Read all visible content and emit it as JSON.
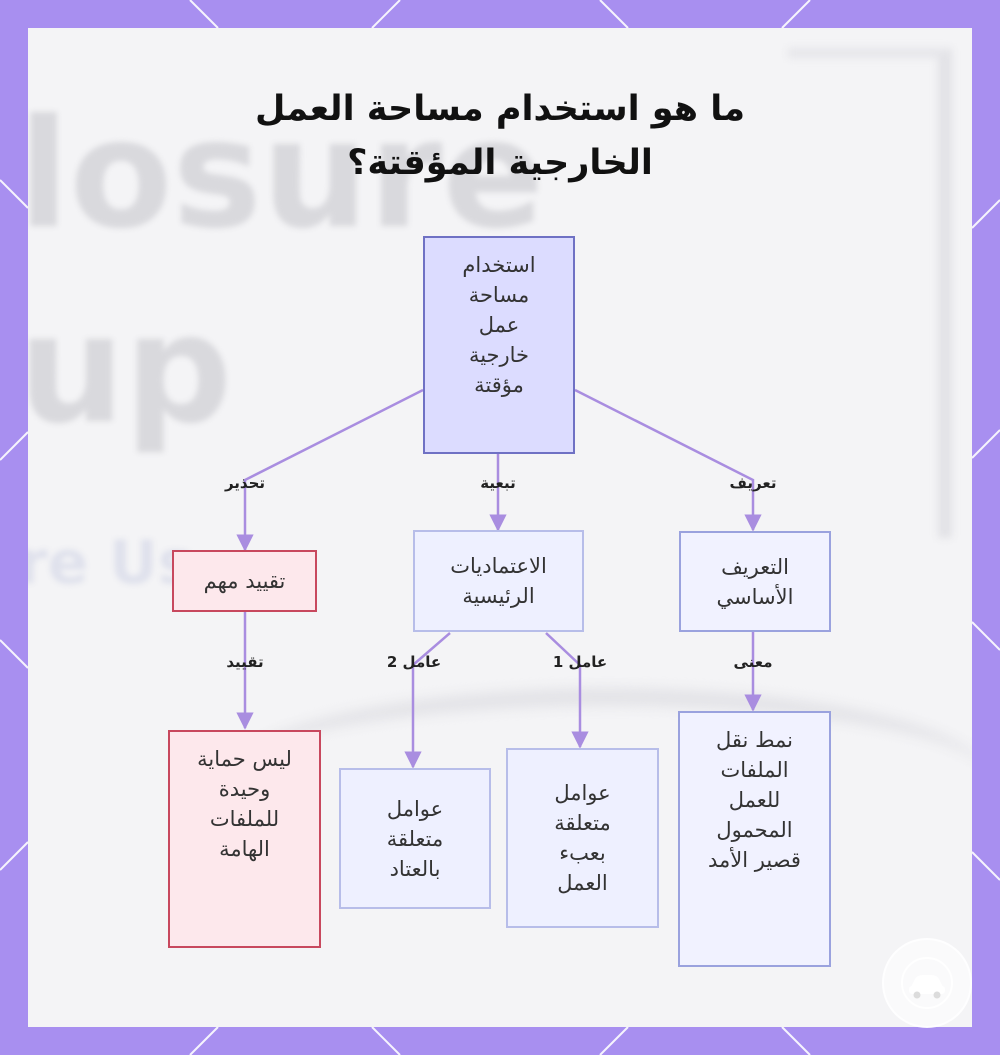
{
  "title": {
    "line1": "ما هو استخدام مساحة العمل",
    "line2": "الخارجية المؤقتة؟"
  },
  "background_text": {
    "line1": "losure",
    "line2": "up",
    "line3": "re Us"
  },
  "nodes": {
    "root": "استخدام مساحة عمل خارجية مؤقتة",
    "warning": "تقييد مهم",
    "dependencies": "الاعتماديات الرئيسية",
    "definition": "التعريف الأساسي",
    "not_sole_protection": "ليس حماية وحيدة للملفات الهامة",
    "hardware_factors": "عوامل متعلقة بالعتاد",
    "workload_factors": "عوامل متعلقة بعبء العمل",
    "file_transfer_pattern": "نمط نقل الملفات للعمل المحمول قصير الأمد"
  },
  "edge_labels": {
    "warning": "تحذير",
    "dependency": "تبعية",
    "definition": "تعريف",
    "restriction": "تقييد",
    "factor2": "عامل 2",
    "factor1": "عامل 1",
    "meaning": "معنى"
  },
  "colors": {
    "frame": "#a88ff0",
    "connector": "#a98de0",
    "root_fill": "#dcdcff",
    "root_border": "#6f71c4",
    "warning_fill": "#fde8ec",
    "warning_border": "#c8485e"
  },
  "logo": {
    "icon": "car-logo-icon"
  }
}
